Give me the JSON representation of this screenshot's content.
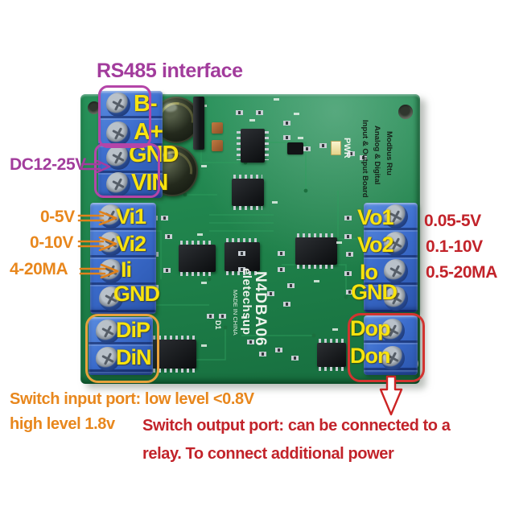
{
  "annotations": {
    "rs485": {
      "label": "RS485 interface"
    },
    "power": {
      "label": "DC12-25V"
    },
    "analog_in": {
      "labels": [
        "0-5V",
        "0-10V",
        "4-20MA"
      ]
    },
    "analog_out": {
      "labels": [
        "0.05-5V",
        "0.1-10V",
        "0.5-20MA"
      ]
    },
    "switch_input": {
      "line1": "Switch input port: low level <0.8V",
      "line2": "high level 1.8v"
    },
    "switch_output": {
      "line1": "Switch output port: can be connected to a",
      "line2": "relay. To connect additional power"
    },
    "colors": {
      "magenta": "#a23c9c",
      "orange": "#e8871d",
      "red": "#c2232a",
      "box_magenta": "#b445a8",
      "box_orange": "#e8a23c",
      "box_red": "#d23430",
      "terminal_yellow": "#f8e30e",
      "pcb_green": "#1e8049",
      "terminal_blue": "#3b6ccc"
    }
  },
  "board": {
    "terminals": {
      "rs485_power": [
        "B-",
        "A+",
        "GND",
        "VIN"
      ],
      "analog_in": [
        "Vi1",
        "Vi2",
        "Ii",
        "GND"
      ],
      "digital_in": [
        "DiP",
        "DiN"
      ],
      "analog_out": [
        "Vo1",
        "Vo2",
        "Io",
        "GND"
      ],
      "digital_out": [
        "Dop",
        "Don"
      ]
    },
    "silkscreen": {
      "model": "N4DBA06",
      "brand": "eletechsup",
      "origin": "MADE IN CHINA",
      "desc_line1": "Modbus Rtu",
      "desc_line2": "Analog & Digital",
      "desc_line3": "Input & Output Board",
      "pwr_led": "PWR",
      "diode": "D1"
    }
  }
}
